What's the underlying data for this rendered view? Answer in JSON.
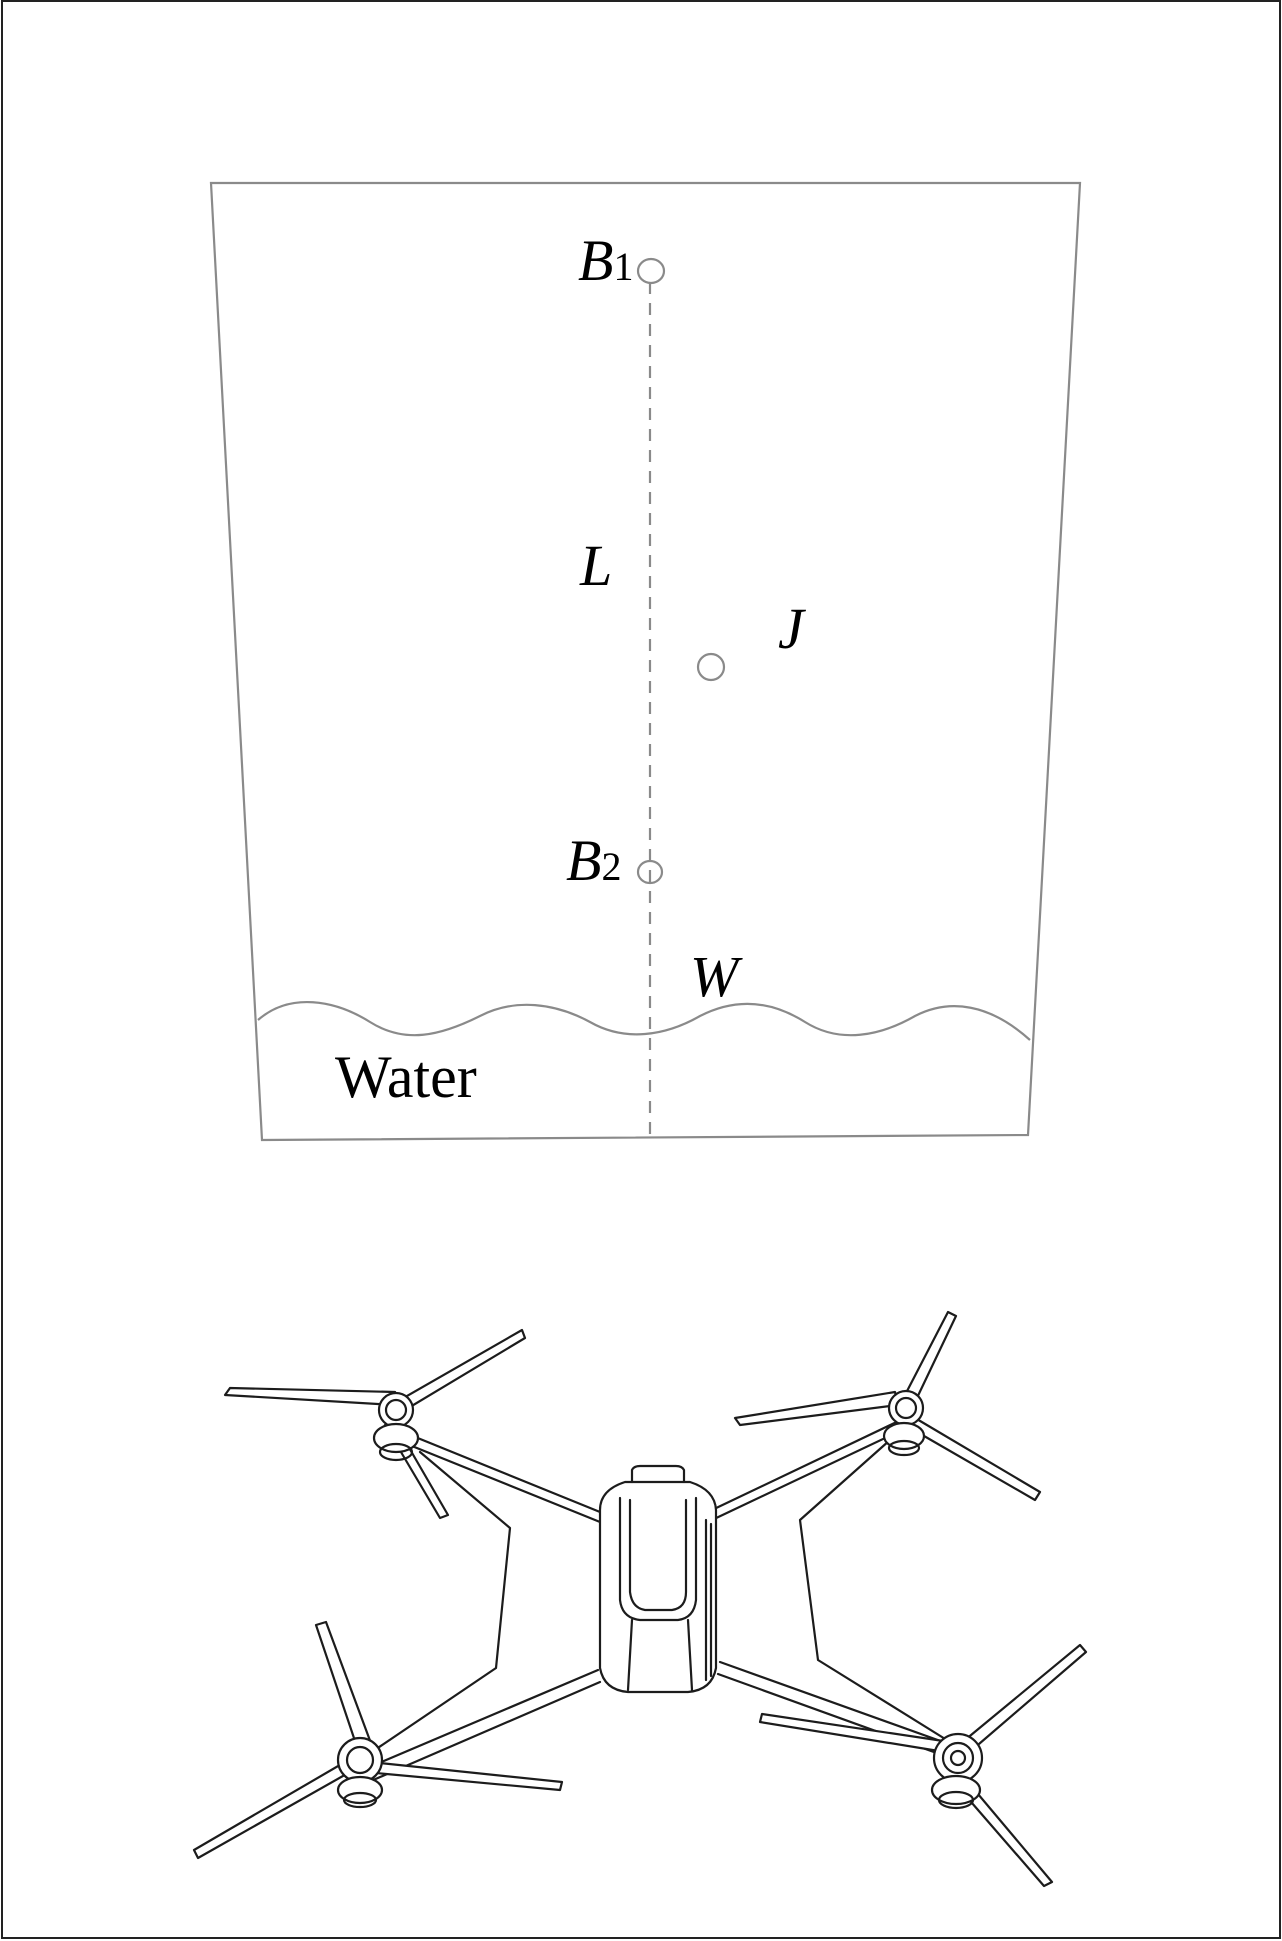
{
  "diagram": {
    "labels": {
      "b1": {
        "main": "B",
        "sub": "1"
      },
      "b2": {
        "main": "B",
        "sub": "2"
      },
      "l": "L",
      "j": "J",
      "w": "W",
      "water": "Water"
    },
    "icons": {
      "drone": "quadcopter-drone-icon"
    },
    "colors": {
      "line": "#8a8a8a",
      "drawing": "#1c1c1c",
      "background": "#ffffff"
    }
  }
}
